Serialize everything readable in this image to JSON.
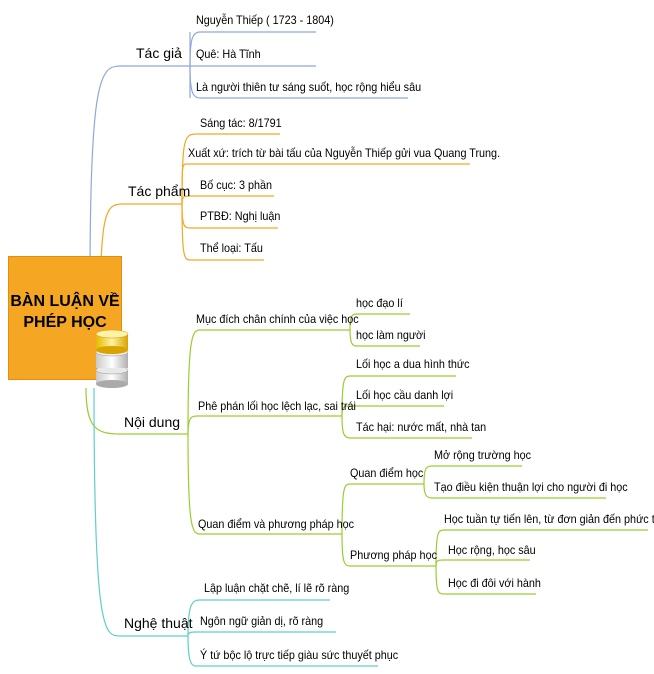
{
  "root": {
    "title": "BÀN LUẬN VỀ PHÉP HỌC",
    "icon": "database-stack-icon"
  },
  "branches": {
    "tac_gia": {
      "label": "Tác giả",
      "color": "#8fa8d8",
      "items": [
        "Nguyễn Thiếp ( 1723 - 1804)",
        "Quê: Hà Tĩnh",
        "Là người thiên tư sáng suốt, học rộng hiểu sâu"
      ]
    },
    "tac_pham": {
      "label": "Tác phẩm",
      "color": "#f5a623",
      "items": [
        "Sáng tác: 8/1791",
        "Xuất xứ: trích từ bài tấu của Nguyễn Thiếp gửi vua Quang Trung.",
        "Bố cục: 3 phần",
        "PTBĐ: Nghị luận",
        "Thể loại: Tấu"
      ]
    },
    "noi_dung": {
      "label": "Nội dung",
      "color": "#9acd32",
      "groups": [
        {
          "label": "Mục đích chân chính của việc học",
          "items": [
            "học đạo lí",
            "học làm người"
          ]
        },
        {
          "label": "Phê phán lối học lệch lạc, sai trái",
          "items": [
            "Lối học a dua hình thức",
            "Lối học cầu danh lợi",
            "Tác hại: nước mất, nhà tan"
          ]
        },
        {
          "label": "Quan điểm và phương pháp học",
          "subgroups": [
            {
              "label": "Quan điểm học",
              "items": [
                "Mở rộng trường học",
                "Tạo điều kiện thuận lợi cho người đi học"
              ]
            },
            {
              "label": "Phương pháp học",
              "items": [
                "Học tuần tự tiến lên, từ đơn giản đến phức tạp",
                "Học rộng, học sâu",
                "Học đi đôi với hành"
              ]
            }
          ]
        }
      ]
    },
    "nghe_thuat": {
      "label": "Nghệ thuật",
      "color": "#5fcfc8",
      "items": [
        "Lập luận chặt chẽ, lí lẽ rõ ràng",
        "Ngôn ngữ giản dị, rõ ràng",
        "Ý tứ bộc lộ trực tiếp giàu sức thuyết phục"
      ]
    }
  }
}
